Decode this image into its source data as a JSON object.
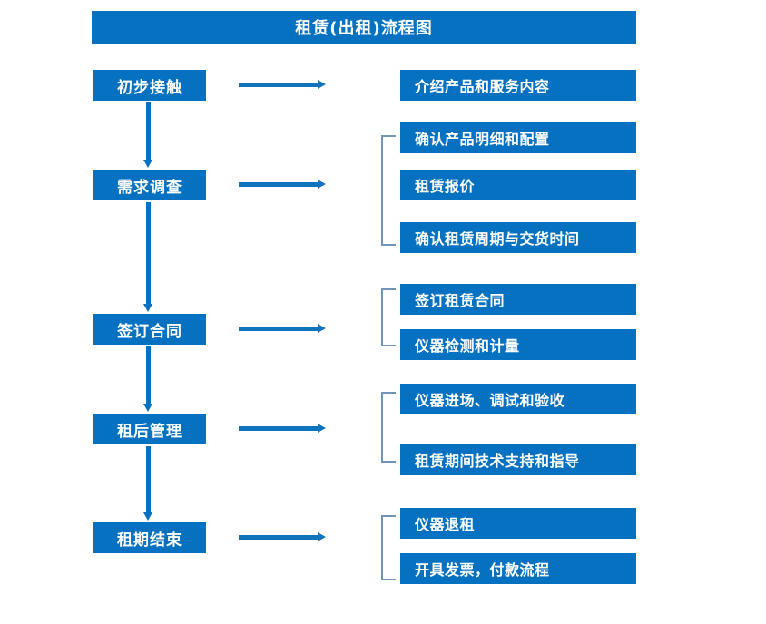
{
  "title": "租赁(出租)流程图",
  "colors": {
    "box_blue": "#0571c0",
    "arrow_blue": "#1074bc",
    "bracket_gray_blue": "#7294b8",
    "text_white": "#ffffff",
    "background": "#ffffff"
  },
  "stages": [
    {
      "label": "初步接触"
    },
    {
      "label": "需求调查"
    },
    {
      "label": "签订合同"
    },
    {
      "label": "租后管理"
    },
    {
      "label": "租期结束"
    }
  ],
  "details": [
    {
      "label": "介绍产品和服务内容"
    },
    {
      "label": "确认产品明细和配置"
    },
    {
      "label": "租赁报价"
    },
    {
      "label": "确认租赁周期与交货时间"
    },
    {
      "label": "签订租赁合同"
    },
    {
      "label": "仪器检测和计量"
    },
    {
      "label": "仪器进场、调试和验收"
    },
    {
      "label": "租赁期间技术支持和指导"
    },
    {
      "label": "仪器退租"
    },
    {
      "label": "开具发票，付款流程"
    }
  ],
  "groups": [
    {
      "stage": "需求调查",
      "details": [
        "确认产品明细和配置",
        "租赁报价",
        "确认租赁周期与交货时间"
      ]
    },
    {
      "stage": "签订合同",
      "details": [
        "签订租赁合同",
        "仪器检测和计量"
      ]
    },
    {
      "stage": "租后管理",
      "details": [
        "仪器进场、调试和验收",
        "租赁期间技术支持和指导"
      ]
    },
    {
      "stage": "租期结束",
      "details": [
        "仪器退租",
        "开具发票，付款流程"
      ]
    }
  ],
  "flow_sequence": [
    "初步接触",
    "需求调查",
    "签订合同",
    "租后管理",
    "租期结束"
  ]
}
